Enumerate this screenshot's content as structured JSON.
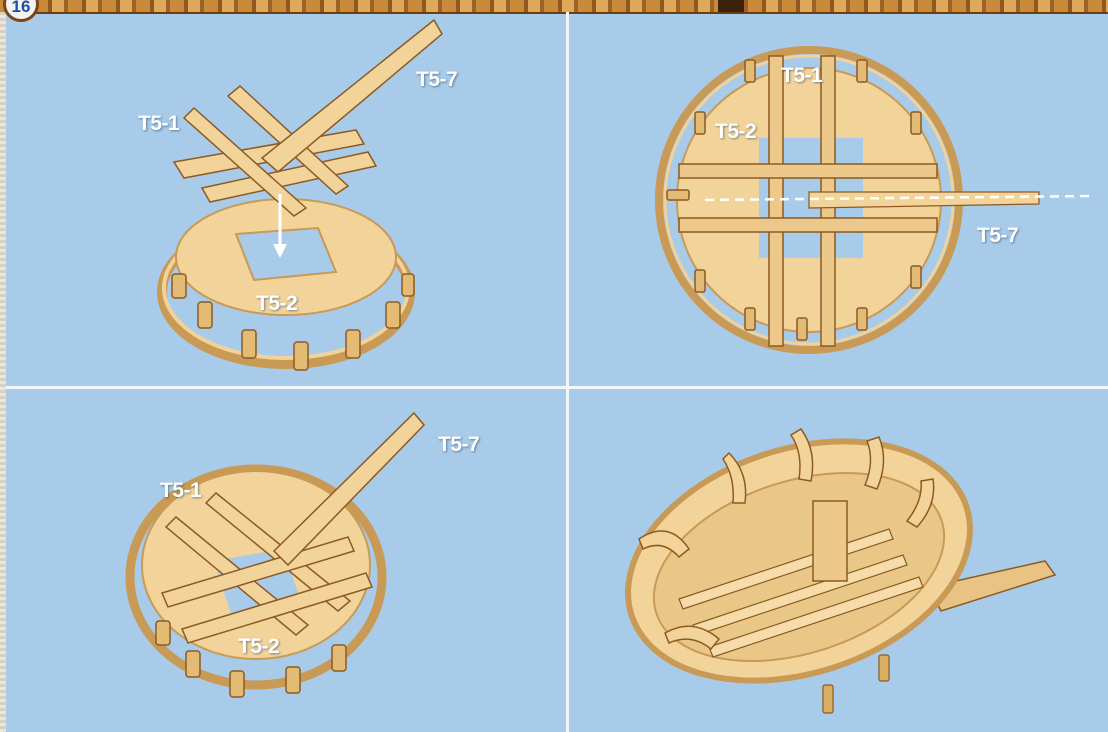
{
  "step": {
    "number": "16"
  },
  "panels": [
    {
      "labels": {
        "a": "T5-1",
        "b": "T5-7",
        "c": "T5-2"
      }
    },
    {
      "labels": {
        "a": "T5-1",
        "b": "T5-2",
        "c": "T5-7"
      }
    },
    {
      "labels": {
        "a": "T5-1",
        "b": "T5-7",
        "c": "T5-2"
      }
    },
    {
      "labels": {}
    }
  ],
  "colors": {
    "background": "#a7cbe9",
    "wood_light": "#f2d49b",
    "wood_mid": "#d9ae63",
    "wood_dark": "#8c5a22",
    "frame_brown": "#7a4517",
    "step_number": "#1f4fa0"
  }
}
